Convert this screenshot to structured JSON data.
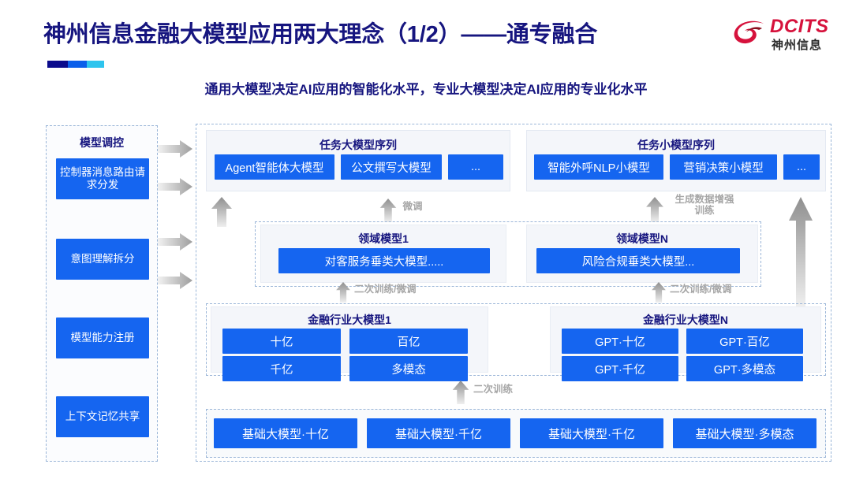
{
  "header": {
    "title": "神州信息金融大模型应用两大理念（1/2）——通专融合",
    "subtitle": "通用大模型决定AI应用的智能化水平，专业大模型决定AI应用的专业化水平",
    "accent_colors": [
      "#0b0b8c",
      "#0b5fea",
      "#2ec4ee"
    ],
    "title_color": "#16157f"
  },
  "logo": {
    "brand": "DCITS",
    "brand_cn": "神州信息",
    "brand_color": "#d6123c"
  },
  "left_panel": {
    "title": "模型调控",
    "items": [
      {
        "label": "控制器消息路由请求分发"
      },
      {
        "label": "意图理解拆分"
      },
      {
        "label": "模型能力注册"
      },
      {
        "label": "上下文记忆共享"
      }
    ]
  },
  "task_models": {
    "large": {
      "title": "任务大模型序列",
      "chips": [
        "Agent智能体大模型",
        "公文撰写大模型",
        "..."
      ]
    },
    "small": {
      "title": "任务小模型序列",
      "chips": [
        "智能外呼NLP小模型",
        "营销决策小模型",
        "..."
      ]
    }
  },
  "domain_models": [
    {
      "title": "领域模型1",
      "chip": "对客服务垂类大模型....."
    },
    {
      "title": "领域模型N",
      "chip": "风险合规垂类大模型..."
    }
  ],
  "industry_models": [
    {
      "title": "金融行业大模型1",
      "chips": [
        "十亿",
        "百亿",
        "千亿",
        "多模态"
      ]
    },
    {
      "title": "金融行业大模型N",
      "chips": [
        "GPT·十亿",
        "GPT·百亿",
        "GPT·千亿",
        "GPT·多模态"
      ]
    }
  ],
  "base_models": {
    "chips": [
      "基础大模型·十亿",
      "基础大模型·千亿",
      "基础大模型·千亿",
      "基础大模型·多模态"
    ]
  },
  "arrow_labels": {
    "finetune": "微调",
    "data_aug": "生成数据增强\n训练",
    "retrain_finetune_left": "二次训练/微调",
    "retrain_finetune_right": "二次训练/微调",
    "retrain": "二次训练"
  },
  "colors": {
    "chip_blue": "#1565f0",
    "panel_bg": "#f4f6fa",
    "dashed_border": "#9bb6d8",
    "arrow_gray": "#a8a8a8"
  }
}
